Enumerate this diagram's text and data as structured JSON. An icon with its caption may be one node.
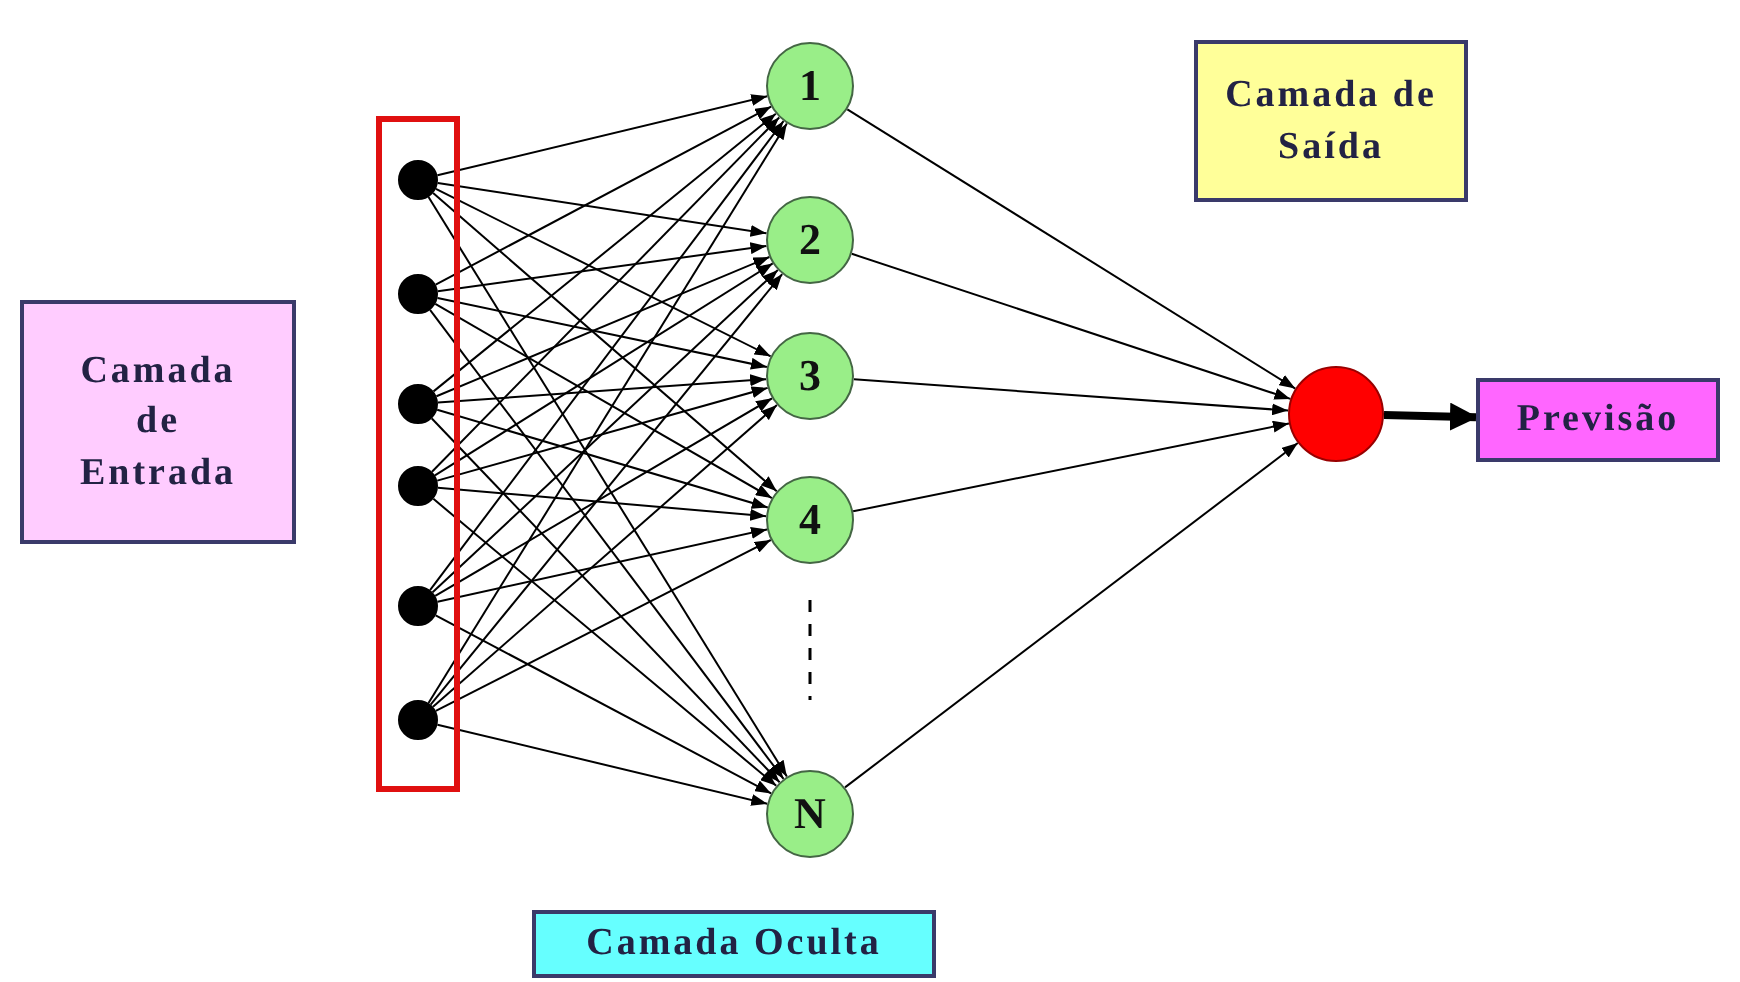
{
  "diagram": {
    "nodes": [
      {
        "text": [
          "Camada de Entrada"
        ]
      },
      {
        "text": [],
        "shape": "box"
      },
      {
        "text": [],
        "shape": "circle",
        "in": 1
      },
      {
        "text": [],
        "shape": "circle",
        "in": 1
      },
      {
        "text": [],
        "shape": "circle",
        "in": 1
      },
      {
        "text": [],
        "shape": "circle",
        "in": 1
      },
      {
        "text": [],
        "shape": "circle",
        "in": 1
      },
      {
        "text": [],
        "shape": "circle",
        "in": 1
      },
      {
        "text": [
          "1"
        ]
      },
      {
        "text": [
          "2"
        ]
      },
      {
        "text": [
          "3"
        ]
      },
      {
        "text": [
          "4"
        ]
      },
      {
        "text": [
          "N"
        ]
      },
      {
        "text": [
          "Camada de Saída"
        ]
      },
      {
        "text": [],
        "shape": "circle"
      },
      {
        "text": [
          "Previsão"
        ]
      },
      {
        "text": [
          "Camada Oculta"
        ]
      }
    ],
    "edges": [
      {
        "from": 2,
        "to": 8,
        "arrow": "to"
      },
      {
        "from": 2,
        "to": 9,
        "arrow": "to"
      },
      {
        "from": 2,
        "to": 10,
        "arrow": "to"
      },
      {
        "from": 2,
        "to": 11,
        "arrow": "to"
      },
      {
        "from": 2,
        "to": 12,
        "arrow": "to"
      },
      {
        "from": 3,
        "to": 8,
        "arrow": "to"
      },
      {
        "from": 3,
        "to": 9,
        "arrow": "to"
      },
      {
        "from": 3,
        "to": 10,
        "arrow": "to"
      },
      {
        "from": 3,
        "to": 11,
        "arrow": "to"
      },
      {
        "from": 3,
        "to": 12,
        "arrow": "to"
      },
      {
        "from": 4,
        "to": 8,
        "arrow": "to"
      },
      {
        "from": 4,
        "to": 9,
        "arrow": "to"
      },
      {
        "from": 4,
        "to": 10,
        "arrow": "to"
      },
      {
        "from": 4,
        "to": 11,
        "arrow": "to"
      },
      {
        "from": 4,
        "to": 12,
        "arrow": "to"
      },
      {
        "from": 5,
        "to": 8,
        "arrow": "to"
      },
      {
        "from": 5,
        "to": 9,
        "arrow": "to"
      },
      {
        "from": 5,
        "to": 10,
        "arrow": "to"
      },
      {
        "from": 5,
        "to": 11,
        "arrow": "to"
      },
      {
        "from": 5,
        "to": 12,
        "arrow": "to"
      },
      {
        "from": 6,
        "to": 8,
        "arrow": "to"
      },
      {
        "from": 6,
        "to": 9,
        "arrow": "to"
      },
      {
        "from": 6,
        "to": 10,
        "arrow": "to"
      },
      {
        "from": 6,
        "to": 11,
        "arrow": "to"
      },
      {
        "from": 6,
        "to": 12,
        "arrow": "to"
      },
      {
        "from": 7,
        "to": 8,
        "arrow": "to"
      },
      {
        "from": 7,
        "to": 9,
        "arrow": "to"
      },
      {
        "from": 7,
        "to": 10,
        "arrow": "to"
      },
      {
        "from": 7,
        "to": 11,
        "arrow": "to"
      },
      {
        "from": 7,
        "to": 12,
        "arrow": "to"
      },
      {
        "from": 8,
        "to": 14,
        "arrow": "to"
      },
      {
        "from": 9,
        "to": 14,
        "arrow": "to"
      },
      {
        "from": 10,
        "to": 14,
        "arrow": "to"
      },
      {
        "from": 11,
        "to": 14,
        "arrow": "to"
      },
      {
        "from": 12,
        "to": 14,
        "arrow": "to"
      },
      {
        "from": 14,
        "to": 15,
        "arrow": "to",
        "style": "thick"
      }
    ]
  }
}
